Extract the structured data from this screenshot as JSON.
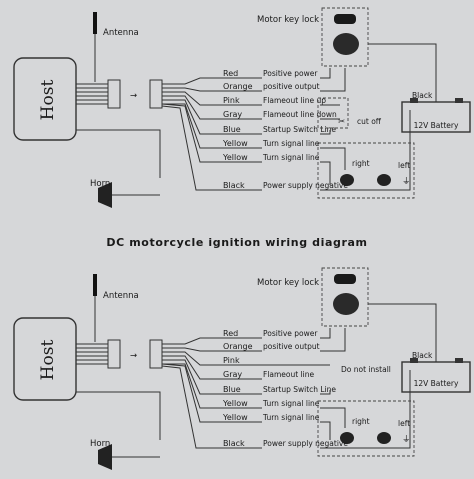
{
  "title": "DC motorcycle ignition wiring diagram",
  "diagrams": [
    {
      "host": "Host",
      "antenna": "Antenna",
      "horn": "Horn",
      "motor_key_lock": "Motor key lock",
      "battery": "12V Battery",
      "battery_lead": "Black",
      "cut_off": "cut off",
      "right": "right",
      "left": "left",
      "wires": [
        {
          "color": "Red",
          "label": "Positive power"
        },
        {
          "color": "Orange",
          "label": "positive output"
        },
        {
          "color": "Pink",
          "label": "Flameout line  up"
        },
        {
          "color": "Gray",
          "label": "Flameout line down"
        },
        {
          "color": "Blue",
          "label": "Startup Switch Line"
        },
        {
          "color": "Yellow",
          "label": "Turn signal line"
        },
        {
          "color": "Yellow",
          "label": "Turn signal line"
        },
        {
          "color": "Black",
          "label": "Power supply negative"
        }
      ]
    },
    {
      "host": "Host",
      "antenna": "Antenna",
      "horn": "Horn",
      "motor_key_lock": "Motor key lock",
      "battery": "12V Battery",
      "battery_lead": "Black",
      "do_not_install": "Do not install",
      "right": "right",
      "left": "left",
      "wires": [
        {
          "color": "Red",
          "label": "Positive power"
        },
        {
          "color": "Orange",
          "label": "positive output"
        },
        {
          "color": "Pink",
          "label": ""
        },
        {
          "color": "Gray",
          "label": "Flameout line"
        },
        {
          "color": "Blue",
          "label": "Startup Switch Line"
        },
        {
          "color": "Yellow",
          "label": "Turn signal line"
        },
        {
          "color": "Yellow",
          "label": "Turn signal line"
        },
        {
          "color": "Black",
          "label": "Power supply negative"
        }
      ]
    }
  ],
  "colors": {
    "background": "#d6d7d9",
    "line": "#333333",
    "battery_fill": "#f3f3f3"
  }
}
